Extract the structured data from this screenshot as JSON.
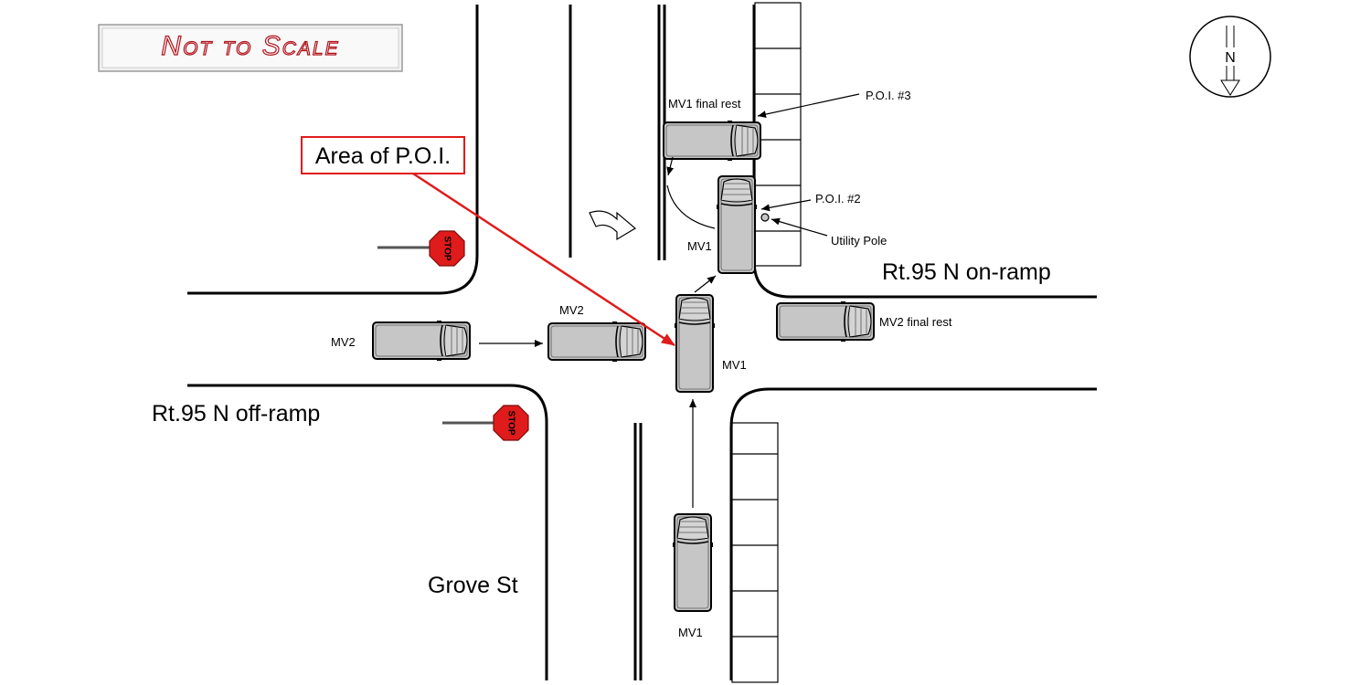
{
  "banner": {
    "text": "Not to Scale"
  },
  "compass": {
    "letter": "N"
  },
  "callout": {
    "text": "Area of P.O.I."
  },
  "roads": {
    "offramp": "Rt.95 N off-ramp",
    "onramp": "Rt.95 N on-ramp",
    "grove": "Grove St"
  },
  "stop_signs": [
    {
      "text": "STOP",
      "color": "#e01b1b"
    },
    {
      "text": "STOP",
      "color": "#e01b1b"
    }
  ],
  "labels": {
    "mv1_final_rest": "MV1 final rest",
    "poi3": "P.O.I. #3",
    "poi2": "P.O.I. #2",
    "utility_pole": "Utility Pole",
    "mv1_upper": "MV1",
    "mv2_final_rest": "MV2 final rest",
    "mv2_left": "MV2",
    "mv2_mid": "MV2",
    "mv1_center": "MV1",
    "mv1_bottom": "MV1"
  },
  "colors": {
    "vehicle_fill": "#c6c6c6",
    "callout": "#e01b1b",
    "stroke": "#000000"
  }
}
